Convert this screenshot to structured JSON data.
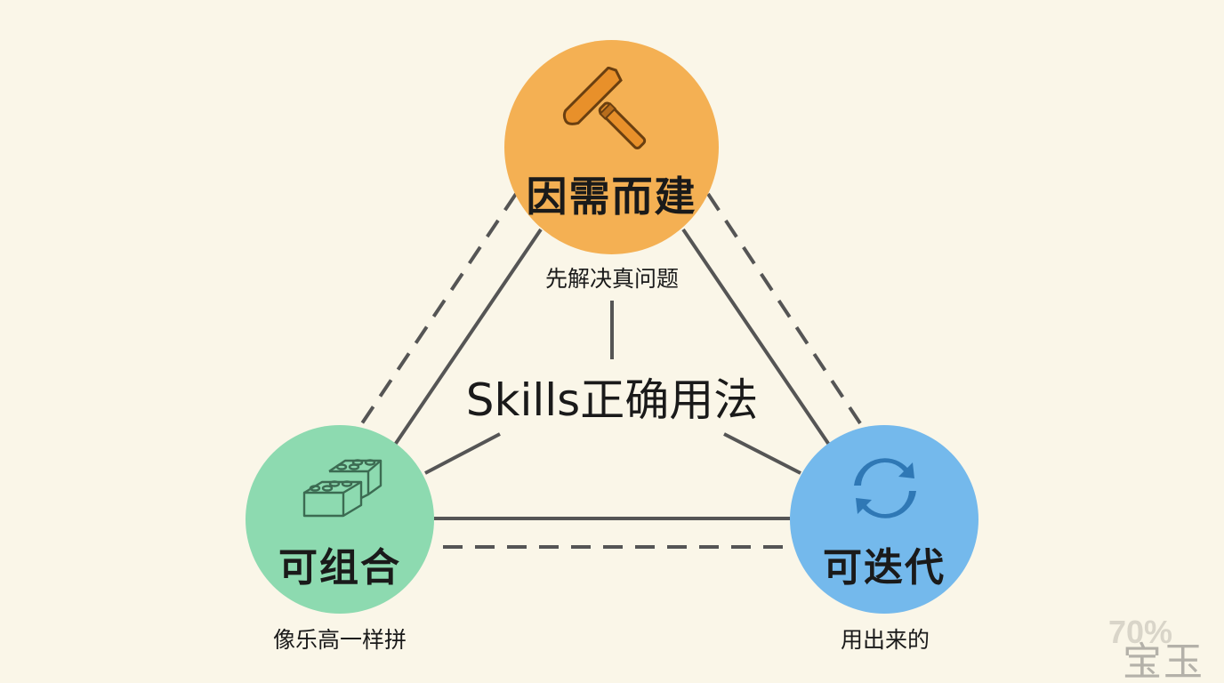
{
  "diagram": {
    "center_title": "Skills正确用法",
    "nodes": {
      "top": {
        "title": "因需而建",
        "caption": "先解决真问题",
        "icon": "hammer-icon",
        "color": "#f4b053"
      },
      "left": {
        "title": "可组合",
        "caption": "像乐高一样拼",
        "icon": "lego-bricks-icon",
        "color": "#8ddab0"
      },
      "right": {
        "title": "可迭代",
        "caption": "用出来的",
        "icon": "refresh-cycle-icon",
        "color": "#74b9ec"
      }
    }
  },
  "watermark": {
    "percent": "70%",
    "text": "宝玉"
  }
}
